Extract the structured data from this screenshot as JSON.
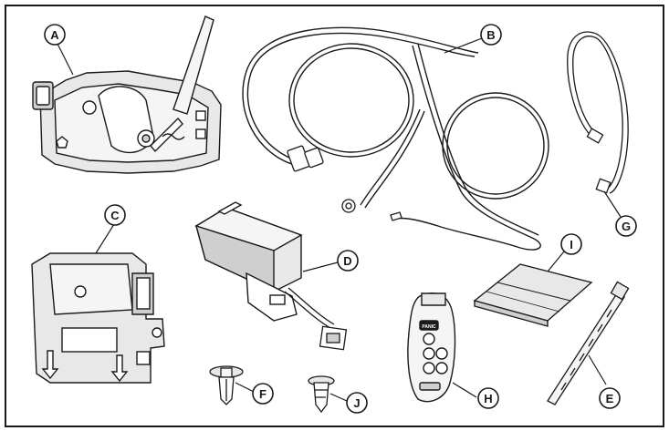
{
  "callouts": {
    "a": "A",
    "b": "B",
    "c": "C",
    "d": "D",
    "e": "E",
    "f": "F",
    "g": "G",
    "h": "H",
    "i": "I",
    "j": "J"
  },
  "key_fob": {
    "panic_label": "PANIC"
  },
  "colors": {
    "line": "#1a1a1a",
    "background": "#ffffff",
    "light_fill": "#e8e8e8",
    "mid_fill": "#cfcfcf"
  },
  "icons": [
    "hood-latch-icon",
    "wiring-harness-icon",
    "alarm-module-icon",
    "receiver-module-icon",
    "cable-tie-icon",
    "push-pin-icon",
    "ground-wire-icon",
    "key-fob-icon",
    "pad-icon",
    "clip-icon"
  ]
}
